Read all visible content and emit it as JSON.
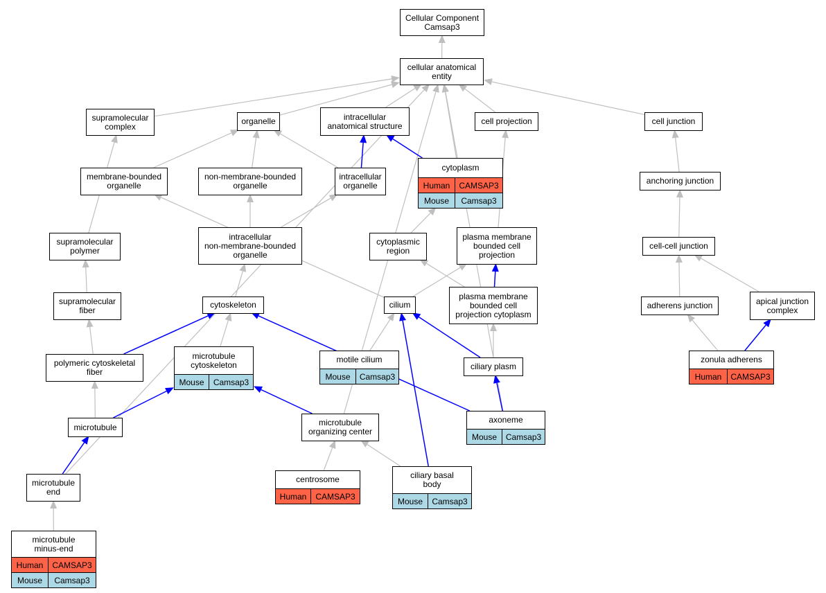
{
  "colors": {
    "grey_edge": "#bfbfbf",
    "blue_edge": "#0000ff",
    "human": "#ff6347",
    "mouse": "#add8e6"
  },
  "nodes": {
    "cc_camsap3": {
      "label": "Cellular Component\nCamsap3"
    },
    "cae": {
      "label": "cellular anatomical\nentity"
    },
    "supra_complex": {
      "label": "supramolecular\ncomplex"
    },
    "organelle": {
      "label": "organelle"
    },
    "ias": {
      "label": "intracellular\nanatomical structure"
    },
    "cell_proj": {
      "label": "cell projection"
    },
    "cell_junction": {
      "label": "cell junction"
    },
    "mbo": {
      "label": "membrane-bounded\norganelle"
    },
    "nmbo": {
      "label": "non-membrane-bounded\norganelle"
    },
    "ic_org": {
      "label": "intracellular\norganelle"
    },
    "cytoplasm": {
      "label": "cytoplasm",
      "human": "CAMSAP3",
      "mouse": "Camsap3"
    },
    "anch_junction": {
      "label": "anchoring junction"
    },
    "supra_polymer": {
      "label": "supramolecular\npolymer"
    },
    "ic_nmbo": {
      "label": "intracellular\nnon-membrane-bounded\norganelle"
    },
    "cyto_region": {
      "label": "cytoplasmic\nregion"
    },
    "pmbcp": {
      "label": "plasma membrane\nbounded cell\nprojection"
    },
    "cc_junction": {
      "label": "cell-cell junction"
    },
    "supra_fiber": {
      "label": "supramolecular\nfiber"
    },
    "cytoskeleton": {
      "label": "cytoskeleton"
    },
    "cilium": {
      "label": "cilium"
    },
    "pmbcpc": {
      "label": "plasma membrane\nbounded cell\nprojection cytoplasm"
    },
    "adherens": {
      "label": "adherens junction"
    },
    "apical": {
      "label": "apical junction\ncomplex"
    },
    "poly_fiber": {
      "label": "polymeric cytoskeletal\nfiber"
    },
    "mt_cyto": {
      "label": "microtubule\ncytoskeleton",
      "mouse": "Camsap3"
    },
    "motile": {
      "label": "motile cilium",
      "mouse": "Camsap3"
    },
    "ciliary_plasm": {
      "label": "ciliary plasm"
    },
    "zonula": {
      "label": "zonula adherens",
      "human": "CAMSAP3"
    },
    "microtubule": {
      "label": "microtubule"
    },
    "mtoc": {
      "label": "microtubule\norganizing center"
    },
    "axoneme": {
      "label": "axoneme",
      "mouse": "Camsap3"
    },
    "mt_end": {
      "label": "microtubule\nend"
    },
    "centrosome": {
      "label": "centrosome",
      "human": "CAMSAP3"
    },
    "basal_body": {
      "label": "ciliary basal\nbody",
      "mouse": "Camsap3"
    },
    "mt_minus": {
      "label": "microtubule\nminus-end",
      "human": "CAMSAP3",
      "mouse": "Camsap3"
    }
  },
  "species": {
    "human": "Human",
    "mouse": "Mouse"
  },
  "edges": [
    {
      "from": "cae",
      "to": "cc_camsap3",
      "type": "grey"
    },
    {
      "from": "supra_complex",
      "to": "cae",
      "type": "grey"
    },
    {
      "from": "organelle",
      "to": "cae",
      "type": "grey"
    },
    {
      "from": "ias",
      "to": "cae",
      "type": "grey"
    },
    {
      "from": "cell_proj",
      "to": "cae",
      "type": "grey"
    },
    {
      "from": "cell_junction",
      "to": "cae",
      "type": "grey"
    },
    {
      "from": "cytoplasm",
      "to": "cae",
      "type": "grey"
    },
    {
      "from": "mt_end",
      "to": "cae",
      "type": "grey"
    },
    {
      "from": "mtoc",
      "to": "cae",
      "type": "grey"
    },
    {
      "from": "axoneme",
      "to": "cae",
      "type": "grey"
    },
    {
      "from": "mbo",
      "to": "organelle",
      "type": "grey"
    },
    {
      "from": "nmbo",
      "to": "organelle",
      "type": "grey"
    },
    {
      "from": "ic_org",
      "to": "organelle",
      "type": "grey"
    },
    {
      "from": "ic_org",
      "to": "ias",
      "type": "blue"
    },
    {
      "from": "cytoplasm",
      "to": "ias",
      "type": "blue"
    },
    {
      "from": "anch_junction",
      "to": "cell_junction",
      "type": "grey"
    },
    {
      "from": "cc_junction",
      "to": "anch_junction",
      "type": "grey"
    },
    {
      "from": "supra_polymer",
      "to": "supra_complex",
      "type": "grey"
    },
    {
      "from": "supra_fiber",
      "to": "supra_polymer",
      "type": "grey"
    },
    {
      "from": "poly_fiber",
      "to": "supra_fiber",
      "type": "grey"
    },
    {
      "from": "ic_nmbo",
      "to": "nmbo",
      "type": "grey"
    },
    {
      "from": "ic_nmbo",
      "to": "ic_org",
      "type": "grey"
    },
    {
      "from": "cytoskeleton",
      "to": "ic_nmbo",
      "type": "grey"
    },
    {
      "from": "cilium",
      "to": "mbo",
      "type": "grey"
    },
    {
      "from": "cilium",
      "to": "pmbcp",
      "type": "grey"
    },
    {
      "from": "pmbcp",
      "to": "cell_proj",
      "type": "grey"
    },
    {
      "from": "pmbcpc",
      "to": "pmbcp",
      "type": "blue"
    },
    {
      "from": "pmbcpc",
      "to": "cyto_region",
      "type": "grey"
    },
    {
      "from": "cyto_region",
      "to": "cytoplasm",
      "type": "grey"
    },
    {
      "from": "adherens",
      "to": "cc_junction",
      "type": "grey"
    },
    {
      "from": "apical",
      "to": "cc_junction",
      "type": "grey"
    },
    {
      "from": "zonula",
      "to": "adherens",
      "type": "grey"
    },
    {
      "from": "zonula",
      "to": "apical",
      "type": "blue"
    },
    {
      "from": "poly_fiber",
      "to": "cytoskeleton",
      "type": "blue"
    },
    {
      "from": "mt_cyto",
      "to": "cytoskeleton",
      "type": "grey"
    },
    {
      "from": "microtubule",
      "to": "poly_fiber",
      "type": "grey"
    },
    {
      "from": "microtubule",
      "to": "mt_cyto",
      "type": "blue"
    },
    {
      "from": "mtoc",
      "to": "mt_cyto",
      "type": "blue"
    },
    {
      "from": "axoneme",
      "to": "cytoskeleton",
      "type": "blue"
    },
    {
      "from": "motile",
      "to": "cilium",
      "type": "grey"
    },
    {
      "from": "ciliary_plasm",
      "to": "cilium",
      "type": "blue"
    },
    {
      "from": "ciliary_plasm",
      "to": "pmbcpc",
      "type": "grey"
    },
    {
      "from": "axoneme",
      "to": "ciliary_plasm",
      "type": "blue"
    },
    {
      "from": "basal_body",
      "to": "cilium",
      "type": "blue"
    },
    {
      "from": "centrosome",
      "to": "mtoc",
      "type": "grey"
    },
    {
      "from": "basal_body",
      "to": "mtoc",
      "type": "grey"
    },
    {
      "from": "mt_end",
      "to": "microtubule",
      "type": "blue"
    },
    {
      "from": "mt_minus",
      "to": "mt_end",
      "type": "grey"
    }
  ]
}
